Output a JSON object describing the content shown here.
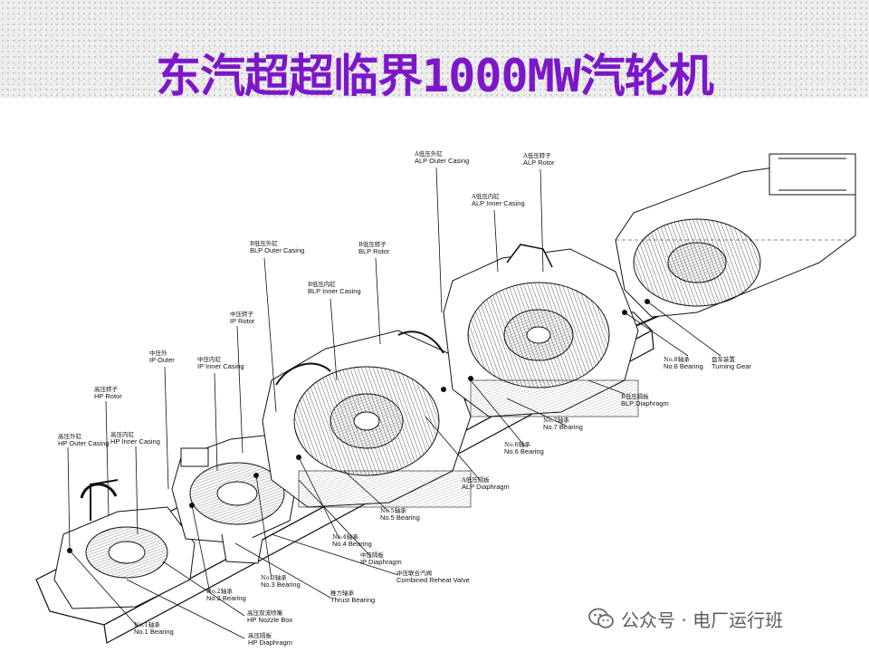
{
  "slide": {
    "title": "东汽超超临界1000MW汽轮机"
  },
  "labels": {
    "hp_outer": {
      "zh": "高压外缸",
      "en": "HP Outer Casing"
    },
    "hp_rotor": {
      "zh": "高压转子",
      "en": "HP Rotor"
    },
    "hp_inner": {
      "zh": "高压内缸",
      "en": "HP Inner Casing"
    },
    "ip_outer": {
      "zh": "中压外",
      "en": "IP Outer"
    },
    "ip_inner": {
      "zh": "中压内缸",
      "en": "IP Inner Casing"
    },
    "ip_rotor": {
      "zh": "中压转子",
      "en": "IP Rotor"
    },
    "blp_outer": {
      "zh": "B低压外缸",
      "en": "BLP Outer Casing"
    },
    "blp_inner": {
      "zh": "B低压内缸",
      "en": "BLP Inner Casing"
    },
    "blp_rotor": {
      "zh": "B低压转子",
      "en": "BLP Rotor"
    },
    "alp_outer": {
      "zh": "A低压外缸",
      "en": "ALP Outer Casing"
    },
    "alp_inner": {
      "zh": "A低压内缸",
      "en": "ALP Inner Casing"
    },
    "alp_rotor": {
      "zh": "A低压转子",
      "en": "ALP Rotor"
    },
    "bearing8": {
      "zh": "No.8轴承",
      "en": "No.8 Bearing"
    },
    "turning_gear": {
      "zh": "盘车装置",
      "en": "Turning Gear"
    },
    "blp_diaphragm": {
      "zh": "B低压隔板",
      "en": "BLP Diaphragm"
    },
    "bearing7": {
      "zh": "No.7轴承",
      "en": "No.7 Bearing"
    },
    "bearing6": {
      "zh": "No.6轴承",
      "en": "No.6 Bearing"
    },
    "alp_diaphragm": {
      "zh": "A低压隔板",
      "en": "ALP Diaphragm"
    },
    "bearing5": {
      "zh": "No.5轴承",
      "en": "No.5 Bearing"
    },
    "bearing4": {
      "zh": "No.4轴承",
      "en": "No.4 Bearing"
    },
    "ip_diaphragm": {
      "zh": "中压隔板",
      "en": "IP Diaphragm"
    },
    "bearing3": {
      "zh": "No.3轴承",
      "en": "No.3 Bearing"
    },
    "combined_valve": {
      "zh": "中压联合汽阀",
      "en": "Combined Reheat Valve"
    },
    "bearing2": {
      "zh": "No.2轴承",
      "en": "No.2 Bearing"
    },
    "thrust_bearing": {
      "zh": "推力轴承",
      "en": "Thrust Bearing"
    },
    "hp_nozzle": {
      "zh": "高压双流喷嘴",
      "en": "HP Nozzle Box"
    },
    "bearing1": {
      "zh": "No.1轴承",
      "en": "No.1 Bearing"
    },
    "hp_diaphragm": {
      "zh": "高压隔板",
      "en": "HP Diaphragm"
    }
  },
  "watermark": {
    "text": "公众号 · 电厂运行班",
    "icon": "wechat-icon"
  }
}
